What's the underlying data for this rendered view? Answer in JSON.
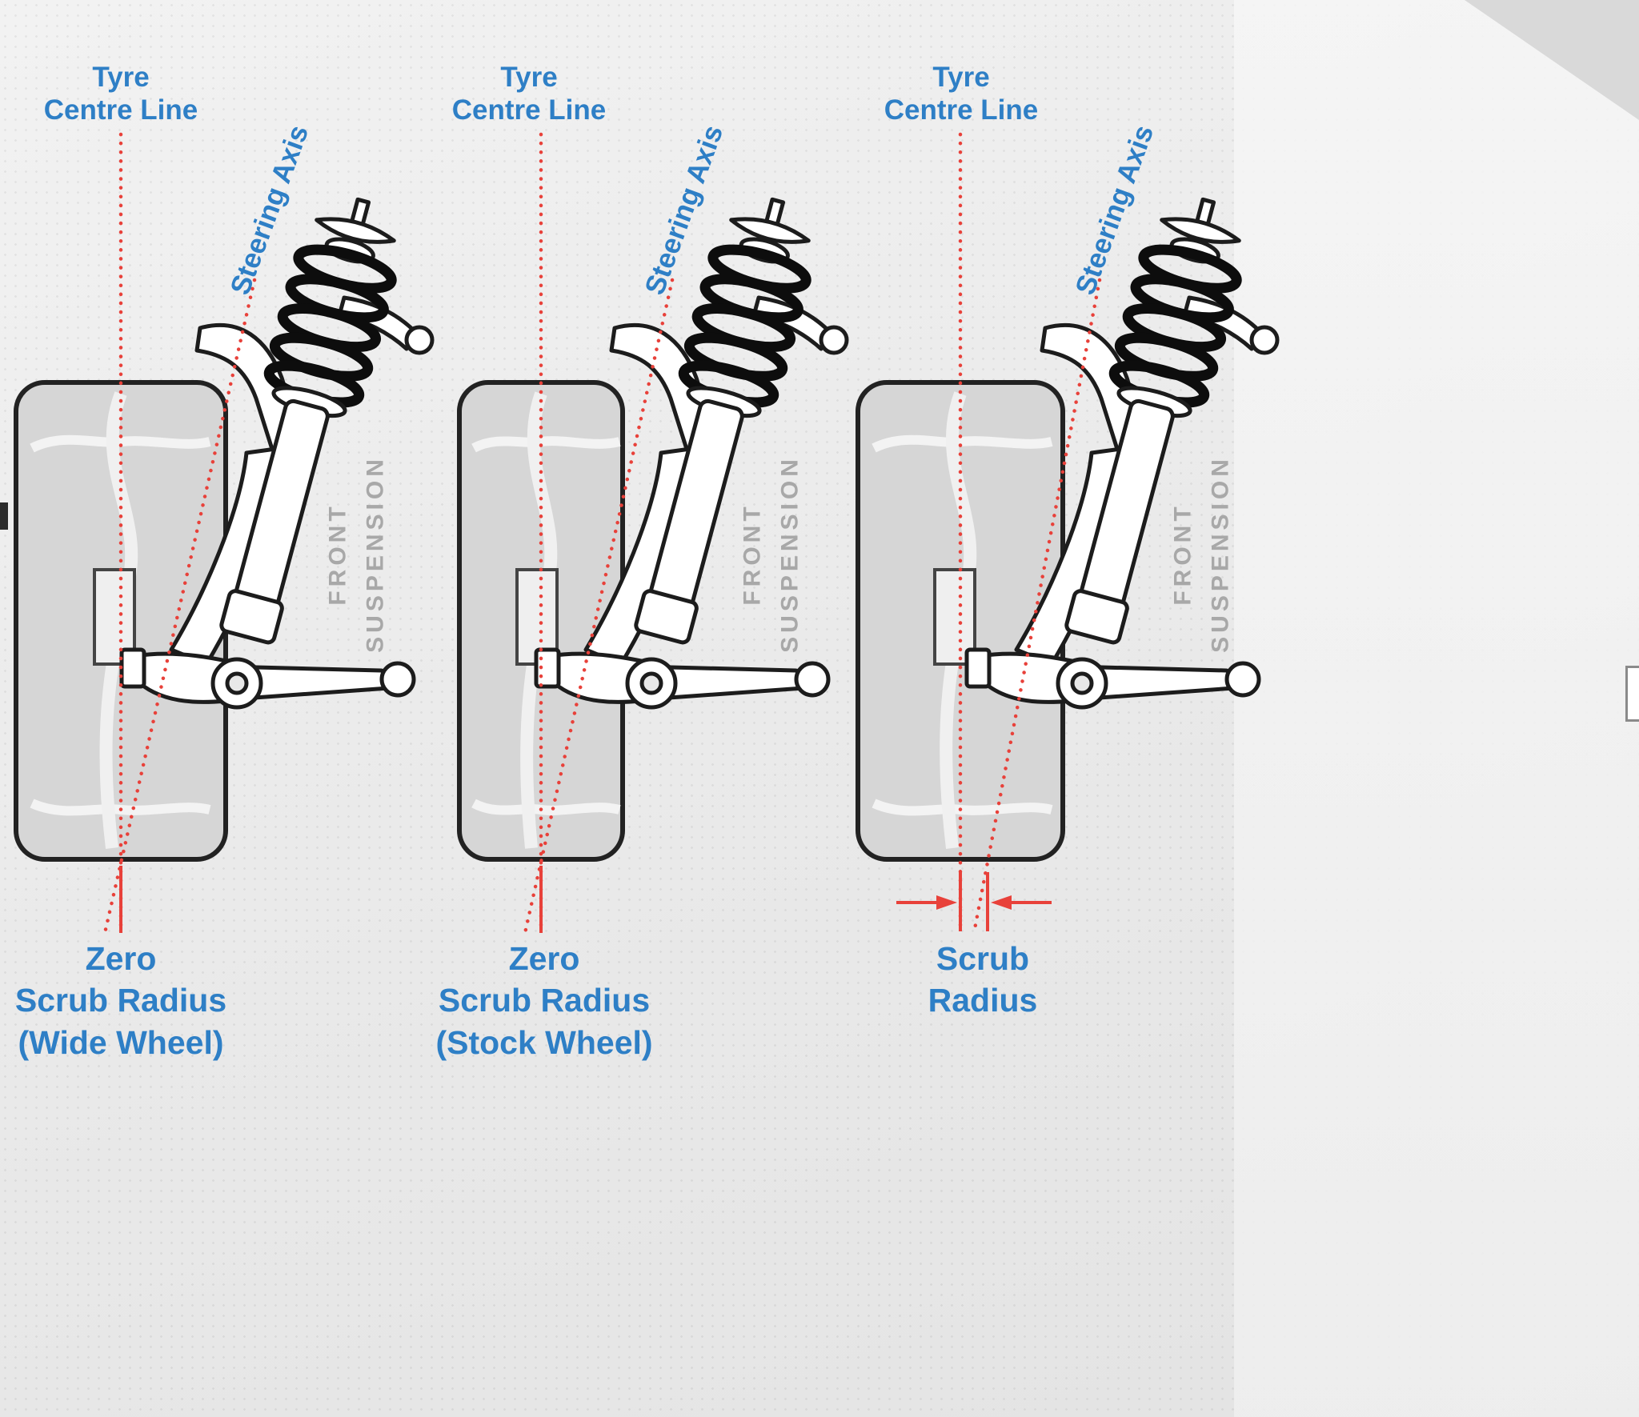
{
  "colors": {
    "label_blue": "#2e7fc6",
    "line_red": "#e8413a",
    "suspension_text_gray": "#a8a8a8",
    "tyre_fill": "#d6d6d6",
    "background_gray": "#e9e9e9"
  },
  "panels": [
    {
      "tyre_centre_line_label": "Tyre\nCentre Line",
      "steering_axis_label": "Steering Axis",
      "front_suspension_label": "FRONT\nSUSPENSION",
      "caption": "Zero\nScrub Radius\n(Wide Wheel)"
    },
    {
      "tyre_centre_line_label": "Tyre\nCentre Line",
      "steering_axis_label": "Steering Axis",
      "front_suspension_label": "FRONT\nSUSPENSION",
      "caption": "Zero\nScrub Radius\n(Stock Wheel)"
    },
    {
      "tyre_centre_line_label": "Tyre\nCentre Line",
      "steering_axis_label": "Steering Axis",
      "front_suspension_label": "FRONT\nSUSPENSION",
      "caption": "Scrub\nRadius"
    }
  ]
}
